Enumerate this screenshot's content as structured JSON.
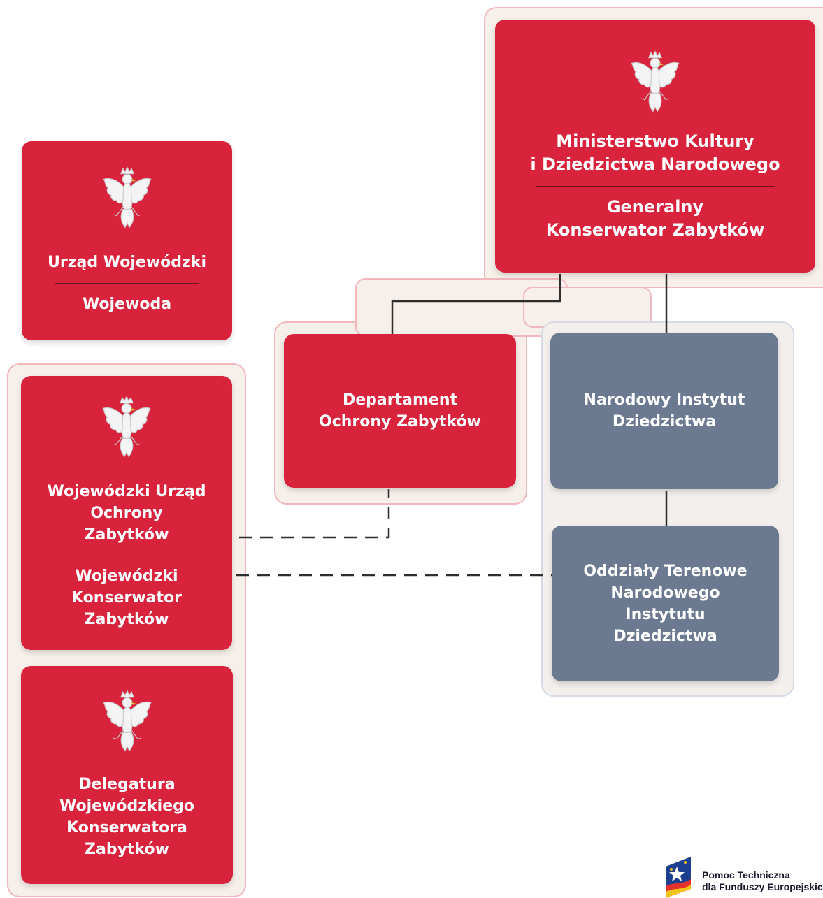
{
  "colors": {
    "red": "#d9233c",
    "gray": "#6b7a91",
    "connector": "#2e2e2e",
    "frame_fill": "#f7efea"
  },
  "boxes": {
    "ministry": {
      "title": "Ministerstwo Kultury\ni Dziedzictwa Narodowego",
      "subtitle": "Generalny\nKonserwator Zabytków",
      "icon": "polish-eagle-icon"
    },
    "department": {
      "title": "Departament\nOchrony Zabytków"
    },
    "national_institute": {
      "title": "Narodowy Instytut\nDziedzictwa"
    },
    "field_branches": {
      "title": "Oddziały Terenowe\nNarodowego\nInstytutu\nDziedzictwa"
    },
    "voivodeship_office": {
      "title": "Urząd Wojewódzki",
      "subtitle": "Wojewoda",
      "icon": "polish-eagle-icon"
    },
    "monuments_office": {
      "title": "Wojewódzki Urząd\nOchrony\nZabytków",
      "subtitle": "Wojewódzki\nKonserwator\nZabytków",
      "icon": "polish-eagle-icon"
    },
    "delegation": {
      "title": "Delegatura\nWojewódzkiego\nKonserwatora\nZabytków",
      "icon": "polish-eagle-icon"
    }
  },
  "connections": [
    {
      "from": "ministry",
      "to": "department",
      "style": "solid"
    },
    {
      "from": "ministry",
      "to": "national_institute",
      "style": "solid"
    },
    {
      "from": "national_institute",
      "to": "field_branches",
      "style": "solid"
    },
    {
      "from": "monuments_office",
      "to": "department",
      "style": "dashed"
    },
    {
      "from": "monuments_office",
      "to": "field_branches",
      "style": "dashed"
    }
  ],
  "logo": {
    "text": "Pomoc Techniczna\ndla Funduszy Europejskich",
    "icon": "eu-funds-flag-icon"
  }
}
